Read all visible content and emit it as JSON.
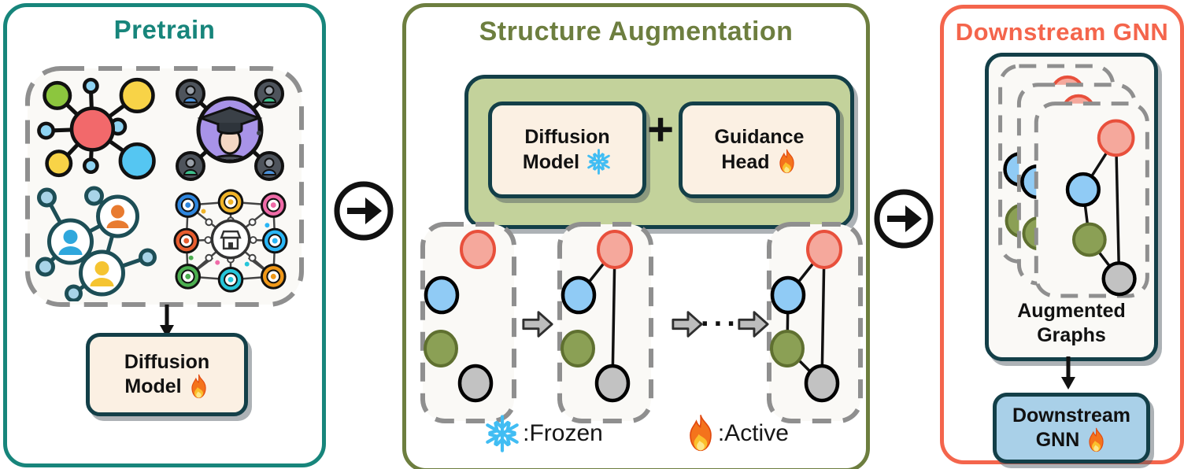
{
  "pretrain": {
    "title": "Pretrain",
    "graph_icons": [
      "molecule-graph",
      "citation-network",
      "social-network",
      "knowledge-graph"
    ],
    "diffusion_box": {
      "line1": "Diffusion",
      "line2": "Model",
      "status_icon": "flame"
    }
  },
  "augmentation": {
    "title": "Structure Augmentation",
    "diffusion_box": {
      "line1": "Diffusion",
      "line2": "Model",
      "status_icon": "snowflake"
    },
    "plus": "+",
    "guidance_box": {
      "line1": "Guidance",
      "line2": "Head",
      "status_icon": "flame"
    },
    "ellipsis": "···",
    "legend": {
      "frozen": {
        "icon": "snowflake",
        "label": ":Frozen"
      },
      "active": {
        "icon": "flame",
        "label": ":Active"
      }
    }
  },
  "downstream": {
    "title": "Downstream GNN",
    "augmented_label": {
      "line1": "Augmented",
      "line2": "Graphs"
    },
    "gnn_box": {
      "line1": "Downstream",
      "line2": "GNN",
      "status_icon": "flame"
    }
  },
  "colors": {
    "pretrain_accent": "#17857B",
    "augmentation_accent": "#6D7E3F",
    "downstream_accent": "#F4654C",
    "box_border": "#133F48",
    "cream_fill": "#FBF0E3",
    "green_container_fill": "#C3D29B",
    "downstream_box_fill": "#A9D0E8",
    "dashed_gray": "#8F8F8F",
    "node_red_fill": "#F5A89C",
    "node_red_stroke": "#E8503C",
    "node_blue_fill": "#90CBF5",
    "node_green_fill": "#8BA055",
    "node_green_stroke": "#5F7030",
    "node_gray_fill": "#C2C2C2",
    "node_stroke": "#000000"
  }
}
